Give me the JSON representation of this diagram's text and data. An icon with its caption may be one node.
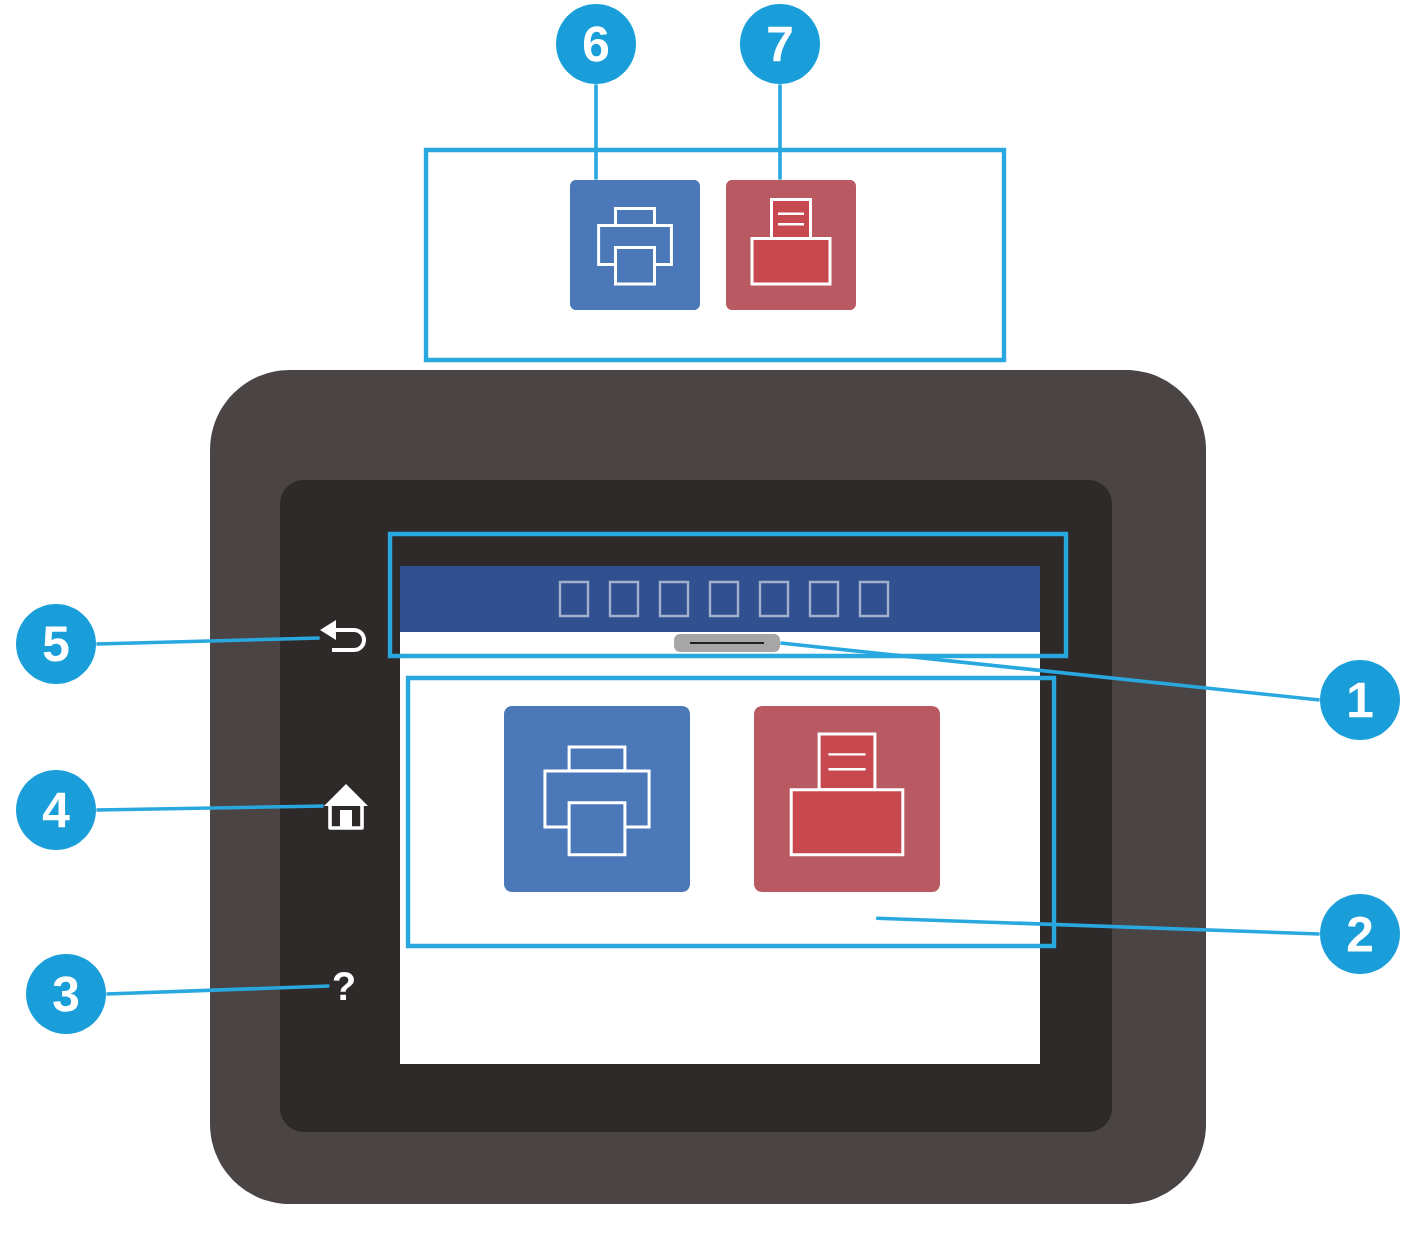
{
  "diagram": {
    "nodes": [
      {
        "text": [
          "6"
        ]
      },
      {
        "text": [
          "7"
        ]
      },
      {
        "text": [],
        "shape": "box"
      },
      {
        "text": [],
        "shape": "picture",
        "in": 2
      },
      {
        "text": [],
        "shape": "picture",
        "in": 2
      },
      {
        "text": [
          "5"
        ]
      },
      {
        "text": [],
        "shape": "picture"
      },
      {
        "text": [
          "4"
        ]
      },
      {
        "text": [],
        "shape": "picture"
      },
      {
        "text": [
          "3"
        ]
      },
      {
        "text": [
          "?"
        ]
      },
      {
        "text": [],
        "shape": "box"
      },
      {
        "text": [],
        "shape": "bar",
        "in": 11
      },
      {
        "text": [
          "1"
        ]
      },
      {
        "text": [],
        "shape": "box"
      },
      {
        "text": [
          "2"
        ]
      }
    ],
    "edges": [
      {
        "from": 0,
        "to": 3,
        "arrow": "none"
      },
      {
        "from": 1,
        "to": 4,
        "arrow": "none"
      },
      {
        "from": 5,
        "to": 6,
        "arrow": "none"
      },
      {
        "from": 7,
        "to": 8,
        "arrow": "none"
      },
      {
        "from": 9,
        "to": 10,
        "arrow": "none"
      },
      {
        "from": 13,
        "to": 12,
        "arrow": "none"
      },
      {
        "from": 15,
        "to": 14,
        "arrow": "none"
      }
    ]
  }
}
